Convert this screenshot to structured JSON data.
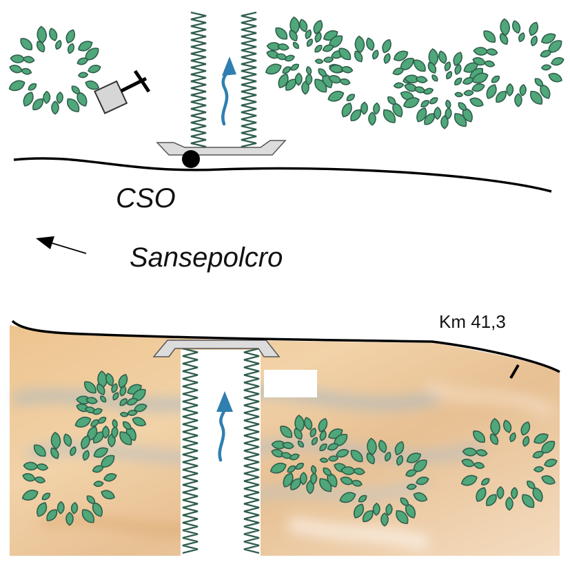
{
  "labels": {
    "site_code": "CSO",
    "direction_town": "Sansepolcro",
    "kilometer_marker": "Km 41,3"
  },
  "colors": {
    "foliage_fill": "#4fa77a",
    "foliage_stroke": "#2f5e4c",
    "flow_arrow": "#2f7fb0",
    "bridge_fill": "#dcdcdc",
    "ground_base": "#e9c89f"
  },
  "symbols": {
    "flow_arrow": "upstream-flow-arrow-icon",
    "direction_arrow": "direction-arrow-icon",
    "sign": "signpost-icon",
    "marker": "sampling-station-dot-icon",
    "vegetation": "tree-cluster-icon"
  }
}
